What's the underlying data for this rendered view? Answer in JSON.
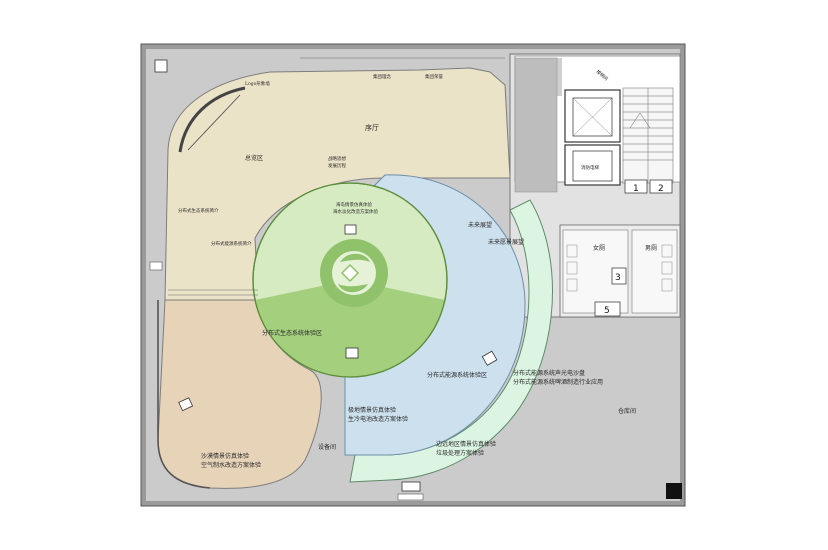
{
  "labels": {
    "logo_wall": "Logo形象墙",
    "group_concept": "集团理念",
    "group_honor": "集团荣誉",
    "lobby": "序厅",
    "overview": "总览区",
    "strategic_concept": "战略思想",
    "development_history": "发展历程",
    "island_sim": "海岛情景仿真体验",
    "island_sim_2": "海水淡化改造方案体验",
    "dist_eco_intro": "分布式生态系统简介",
    "dist_energy_intro": "分布式能源系统简介",
    "future_exhibit": "未来展望",
    "future_vision": "未来愿景展望",
    "dist_eco_zone": "分布式生态系统体验区",
    "dist_energy_zone": "分布式能源系统体验区",
    "dist_energy_pv": "分布式能源系统声光电沙盘",
    "dist_energy_app": "分布式能源系统啤酒制造行业应用",
    "polar_sim_1": "极地情景仿真体验",
    "polar_sim_2": "生冷电池改造方案体验",
    "desert_sim_1": "沙漠情景仿真体验",
    "desert_sim_2": "空气制水改造方案体验",
    "remote_sim_1": "边远地区情景仿真体验",
    "remote_sim_2": "垃圾处理方案体验",
    "service_room": "设备间",
    "storage": "仓库间",
    "female_wc": "女厕",
    "male_wc": "男厕",
    "stair_lift": "消防电梯",
    "stair_tag": "楼梯间"
  },
  "room_numbers": {
    "n1": "1",
    "n2": "2",
    "n3": "3",
    "n5": "5"
  },
  "colors": {
    "grey_floor": "#c9c9c9",
    "lobby_beige": "#ebe3c8",
    "desert_tan": "#e6d3b8",
    "circle_light_green": "#d7ebc3",
    "circle_green": "#a4cf7c",
    "blue_ring": "#cde0ee",
    "mint_ring": "#dcf5e2",
    "wall": "#7d7d7d"
  }
}
